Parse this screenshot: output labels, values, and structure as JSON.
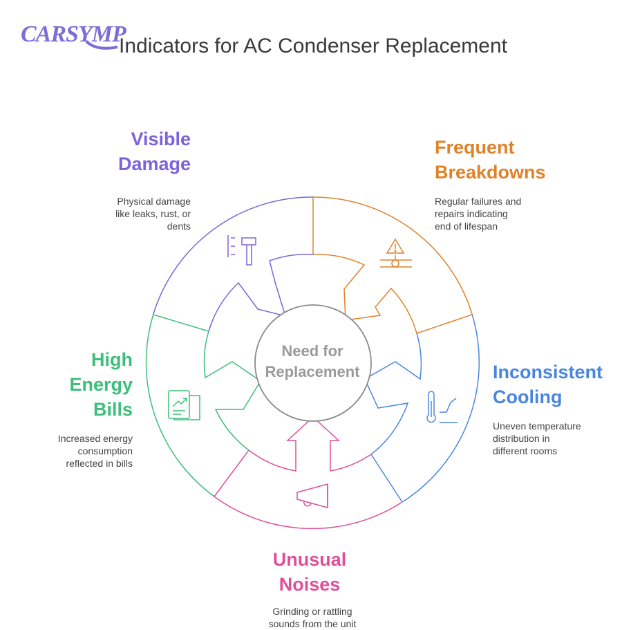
{
  "logo": {
    "text": "CARSYMP",
    "color": "#7b6fd6"
  },
  "title": "Indicators for AC Condenser Replacement",
  "center": {
    "line1": "Need for",
    "line2": "Replacement"
  },
  "segments": [
    {
      "id": "visible",
      "title_line1": "Visible",
      "title_line2": "Damage",
      "title_line3": "",
      "desc_line1": "Physical damage",
      "desc_line2": "like leaks, rust, or",
      "desc_line3": "dents",
      "color": "#7b63dc",
      "icon": "hammer-icon"
    },
    {
      "id": "frequent",
      "title_line1": "Frequent",
      "title_line2": "Breakdowns",
      "title_line3": "",
      "desc_line1": "Regular failures and",
      "desc_line2": "repairs indicating",
      "desc_line3": "end of lifespan",
      "color": "#e0822a",
      "icon": "warning-valve-icon"
    },
    {
      "id": "cooling",
      "title_line1": "Inconsistent",
      "title_line2": "Cooling",
      "title_line3": "",
      "desc_line1": "Uneven temperature",
      "desc_line2": "distribution in",
      "desc_line3": "different rooms",
      "color": "#4a86e0",
      "icon": "thermometer-icon"
    },
    {
      "id": "noises",
      "title_line1": "Unusual",
      "title_line2": "Noises",
      "title_line3": "",
      "desc_line1": "Grinding or rattling",
      "desc_line2": "sounds from the unit",
      "desc_line3": "",
      "color": "#de4f9a",
      "icon": "megaphone-icon"
    },
    {
      "id": "energy",
      "title_line1": "High",
      "title_line2": "Energy",
      "title_line3": "Bills",
      "desc_line1": "Increased energy",
      "desc_line2": "consumption",
      "desc_line3": "reflected in bills",
      "color": "#3bbf7a",
      "icon": "report-chart-icon"
    }
  ]
}
